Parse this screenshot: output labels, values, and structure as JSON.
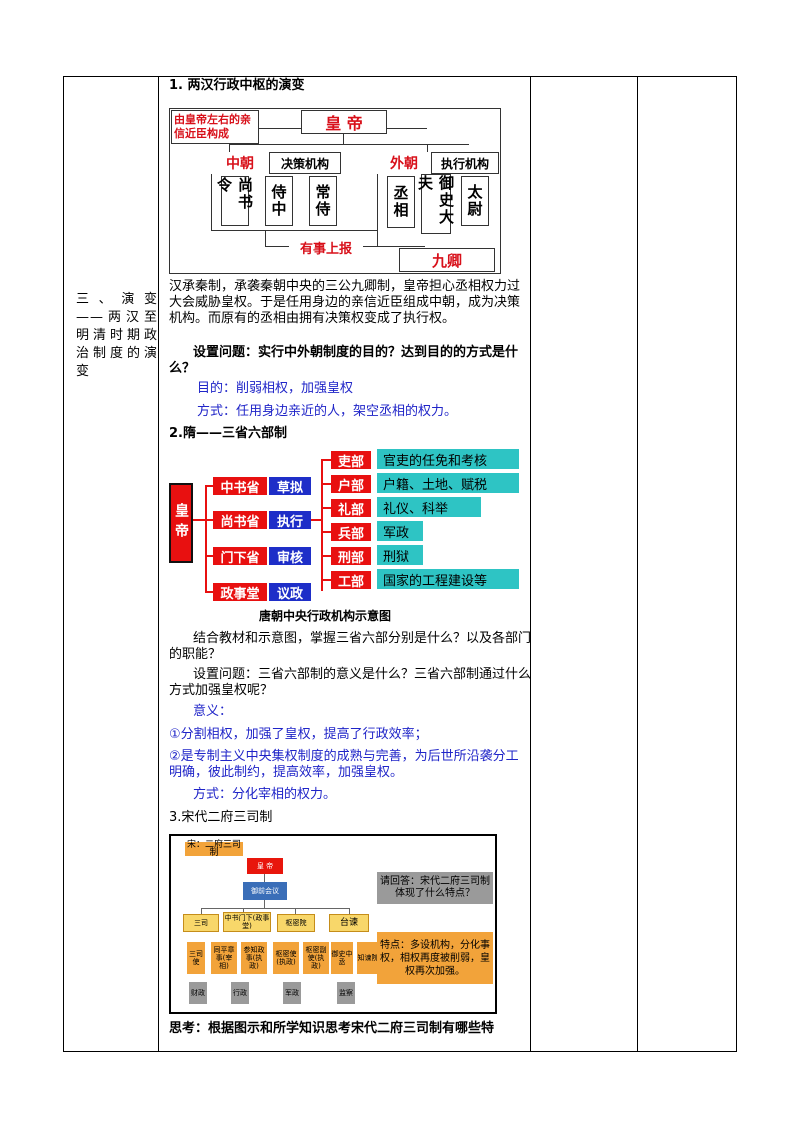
{
  "left_col": {
    "text": "三、演变——两汉至明清时期政治制度的演变"
  },
  "sec1": {
    "title": "1.  两汉行政中枢的演变",
    "diagram": {
      "note": "由皇帝左右的亲信近臣构成",
      "emperor": "皇  帝",
      "inner_court": "中朝",
      "decision": "决策机构",
      "outer_court": "外朝",
      "execution": "执行机构",
      "posts_inner": [
        "尚书令",
        "侍中",
        "常侍"
      ],
      "posts_outer": [
        "丞相",
        "御史大夫",
        "太尉"
      ],
      "report": "有事上报",
      "nine_ministers": "九卿"
    },
    "paragraph": "汉承秦制，承袭秦朝中央的三公九卿制，皇帝担心丞相权力过大会威胁皇权。于是任用身边的亲信近臣组成中朝，成为决策机构。而原有的丞相由拥有决策权变成了执行权。",
    "question": "设置问题：实行中外朝制度的目的？达到目的的方式是什么？",
    "purpose": "目的：削弱相权，加强皇权",
    "method": "方式：任用身边亲近的人，架空丞相的权力。"
  },
  "sec2": {
    "title": "2.隋——三省六部制",
    "diagram": {
      "emperor": "皇帝",
      "provinces": [
        {
          "name": "中书省",
          "duty": "草拟"
        },
        {
          "name": "尚书省",
          "duty": "执行"
        },
        {
          "name": "门下省",
          "duty": "审核"
        }
      ],
      "hall": {
        "name": "政事堂",
        "duty": "议政"
      },
      "ministries": [
        {
          "name": "吏部",
          "duty": "官吏的任免和考核"
        },
        {
          "name": "户部",
          "duty": "户籍、土地、赋税"
        },
        {
          "name": "礼部",
          "duty": "礼仪、科举"
        },
        {
          "name": "兵部",
          "duty": "军政"
        },
        {
          "name": "刑部",
          "duty": "刑狱"
        },
        {
          "name": "工部",
          "duty": "国家的工程建设等"
        }
      ]
    },
    "caption": "唐朝中央行政机构示意图",
    "p1": "结合教材和示意图，掌握三省六部分别是什么？以及各部门的职能？",
    "p2": "设置问题：三省六部制的意义是什么？三省六部制通过什么方式加强皇权呢？",
    "meaning_label": "意义：",
    "m1": "①分割相权，加强了皇权，提高了行政效率；",
    "m2": "②是专制主义中央集权制度的成熟与完善，为后世所沿袭分工明确，彼此制约，提高效率，加强皇权。",
    "method": "方式：分化宰相的权力。"
  },
  "sec3": {
    "title": "3.宋代二府三司制",
    "diagram": {
      "header": "宋：二府三司制",
      "emperor": "皇 帝",
      "under": "御前会议",
      "units": [
        "三司",
        "中书门下(政事堂)",
        "枢密院",
        "台谏"
      ],
      "sub": [
        "三司使",
        "同平章事(宰相)",
        "参知政事(执政)",
        "枢密使(执政)",
        "枢密副使(执政)",
        "御史中丞",
        "知谏院"
      ],
      "bottom": [
        "财政",
        "行政",
        "军政",
        "监察"
      ],
      "question": "请回答：宋代二府三司制体现了什么特点？",
      "answer": "特点：多设机构，分化事权，相权再度被削弱，皇权再次加强。"
    },
    "think": "思考：根据图示和所学知识思考宋代二府三司制有哪些特"
  }
}
